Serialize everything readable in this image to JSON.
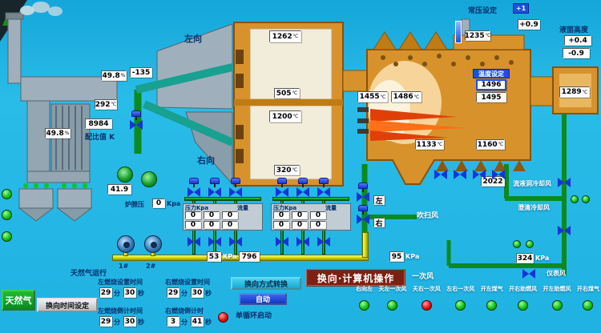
{
  "units": {
    "celsius": "℃",
    "percent": "%",
    "kpa_upper": "KPa",
    "kpa_lower": "Kpa",
    "minute": "分",
    "second": "秒"
  },
  "colors": {
    "background": "#1fb2e2",
    "furnace_orange": "#d8922c",
    "pipe_green": "#0a8a20",
    "pipe_yellow": "#cfcf00",
    "valve_blue": "#1535d6",
    "indicator_green": "#12c412",
    "indicator_red": "#e41212",
    "title_bg": "#7c2012",
    "auto_button_bg": "#1535c0",
    "gas_button_bg": "#0a8a20"
  },
  "top": {
    "pressure_set_label": "常压设定",
    "pressure_set_value": "+1",
    "pressure_value": "+0.9",
    "stack_temp": "1235",
    "level_label": "液面高度",
    "level_high": "+0.4",
    "level_low": "-0.9",
    "temp_set_label": "温度设定",
    "temp_set_value": "1496",
    "temp_actual": "1495"
  },
  "furnace": {
    "temp_left": "1455",
    "temp_mid": "1486",
    "temp_lower_left": "1133",
    "temp_lower_right": "1160",
    "port_temp": "1289",
    "flue_temp": "2022"
  },
  "regenerator": {
    "left_direction": "左向",
    "right_direction": "右向",
    "top_upper_temp": "1262",
    "top_lower_temp": "505",
    "bottom_upper_temp": "1200",
    "bottom_lower_temp": "320"
  },
  "flue_gas": {
    "o2_left": "49.8",
    "draft": "-135",
    "temp_292": "292",
    "flow_8984": "8984",
    "ratio_label": "配比值 K",
    "o2_lower": "49.8",
    "flow_419": "41.9",
    "chamber_pressure_label": "炉膛压",
    "chamber_pressure_value": "0"
  },
  "stations": {
    "pressure_header": "压力Kpa",
    "flow_header": "流量",
    "left_values": [
      "0",
      "0",
      "0",
      "0",
      "0",
      "0"
    ],
    "right_values": [
      "0",
      "0",
      "0",
      "0",
      "0",
      "0"
    ],
    "fan1_label": "1#",
    "fan2_label": "2#"
  },
  "gas_lines": {
    "gas_running_label": "天然气运行",
    "p53": "53",
    "p796": "796",
    "p95": "95",
    "p324": "324",
    "purge_air": "吹扫风",
    "primary_air": "一次风",
    "left_label": "左",
    "right_label": "右",
    "liquid_cooling": "流液洞冷却风",
    "clarifier_cooling": "澄清冷却风",
    "instrument_air": "仪表风"
  },
  "controls": {
    "gas_button": "天然气",
    "reverse_time_button": "换向时间设定",
    "left_set_label": "左燃烧设置时间",
    "left_set_min": "29",
    "left_set_sec": "30",
    "right_set_label": "右燃烧设置时间",
    "right_set_min": "29",
    "right_set_sec": "30",
    "left_count_label": "左燃烧倒计时间",
    "left_count_min": "29",
    "left_count_sec": "30",
    "right_count_label": "右燃烧倒计时",
    "right_count_min": "3",
    "right_count_sec": "41",
    "mode_button": "换向方式转换",
    "auto_button": "自动",
    "single_cycle_label": "单循环启动",
    "title": "换向·计算机操作"
  },
  "status_buttons": [
    {
      "label": "右向左",
      "state": "green"
    },
    {
      "label": "天左一次风",
      "state": "green"
    },
    {
      "label": "天右一次风",
      "state": "red"
    },
    {
      "label": "左右一次风",
      "state": "green"
    },
    {
      "label": "开左煤气",
      "state": "green"
    },
    {
      "label": "开右助燃风",
      "state": "green"
    },
    {
      "label": "开左助燃风",
      "state": "green"
    },
    {
      "label": "开右煤气",
      "state": "green"
    }
  ],
  "indicators": {
    "left_edge": [
      "green",
      "green",
      "green"
    ],
    "mid_red": "red",
    "right_pair": [
      "green",
      "green"
    ],
    "right_lower": [
      "green",
      "green"
    ]
  }
}
